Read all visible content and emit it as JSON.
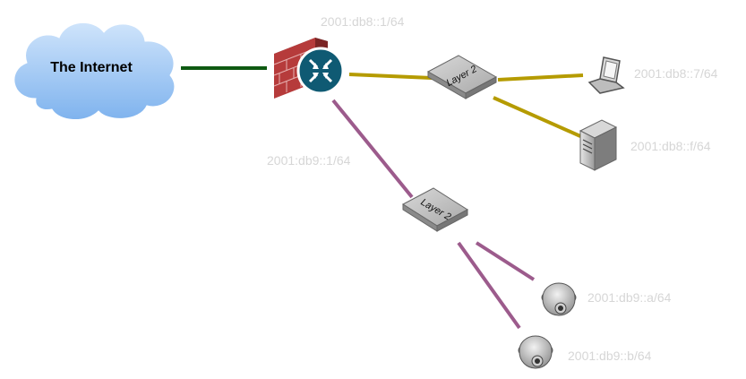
{
  "internet": {
    "label": "The Internet"
  },
  "switches": {
    "upper_label": "Layer 2",
    "lower_label": "Layer 2"
  },
  "addresses": {
    "router_ula": "2001:db8::1/64",
    "router_lan2": "2001:db9::1/64",
    "laptop": "2001:db8::7/64",
    "server": "2001:db8::f/64",
    "camera_a": "2001:db9::a/64",
    "camera_b": "2001:db9::b/64"
  },
  "colors": {
    "wan_link": "#0e5a12",
    "lan_db8_link": "#b59b00",
    "lan_db9_link": "#9c5b8c",
    "address_text": "#d6d6d6",
    "cloud_fill": "#a7cdf4",
    "router_fill": "#0f5a73",
    "firewall_brick": "#b63b3b"
  },
  "icons": {
    "cloud": "cloud-icon",
    "firewall": "firewall-icon",
    "router": "router-icon",
    "switch": "switch-icon",
    "laptop": "laptop-icon",
    "server": "server-icon",
    "camera": "dome-camera-icon"
  }
}
